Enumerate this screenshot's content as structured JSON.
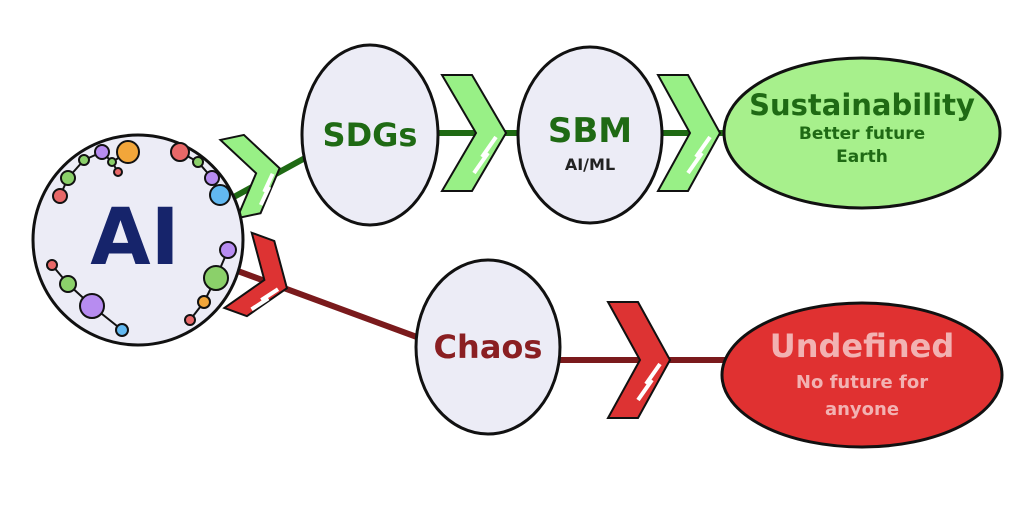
{
  "nodes": {
    "ai": {
      "label": "AI",
      "color": "#16246b"
    },
    "sdgs": {
      "label": "SDGs",
      "color": "#1f6a14"
    },
    "sbm": {
      "label": "SBM",
      "sublabel": "AI/ML",
      "color": "#1f6a14",
      "subcolor": "#222222"
    },
    "sustainability": {
      "title": "Sustainability",
      "line1": "Better future",
      "line2": "Earth",
      "color": "#1f6a14",
      "fill": "#a7f08c"
    },
    "chaos": {
      "label": "Chaos",
      "color": "#8a1f22"
    },
    "undefined": {
      "title": "Undefined",
      "line1": "No future for",
      "line2": "anyone",
      "color": "#f2b2b2",
      "fill": "#e03131"
    }
  },
  "colors": {
    "node_fill": "#ececf6",
    "outline": "#111111",
    "green_line": "#1f6a14",
    "green_arrow": "#98f086",
    "red_line": "#7a1a1c",
    "red_arrow": "#dd3333",
    "molecule": [
      "#e86868",
      "#8bd06a",
      "#b78cf0",
      "#f2a63a",
      "#62b8f0"
    ]
  }
}
